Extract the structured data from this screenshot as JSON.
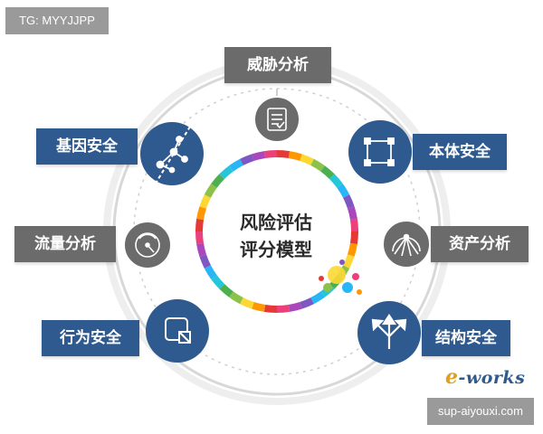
{
  "tag": "TG: MYYJJPP",
  "watermark": "sup-aiyouxi.com",
  "logo": {
    "e": "e",
    "rest": "-works"
  },
  "center": {
    "line1": "风险评估",
    "line2": "评分模型"
  },
  "nodes": {
    "threat": {
      "label": "威胁分析",
      "icon": "checklist-icon"
    },
    "gene": {
      "label": "基因安全",
      "icon": "network-icon"
    },
    "ontology": {
      "label": "本体安全",
      "icon": "nodes-icon"
    },
    "traffic": {
      "label": "流量分析",
      "icon": "gauge-icon"
    },
    "asset": {
      "label": "资产分析",
      "icon": "radial-icon"
    },
    "behavior": {
      "label": "行为安全",
      "icon": "window-icon"
    },
    "structure": {
      "label": "结构安全",
      "icon": "split-arrows-icon"
    }
  },
  "colors": {
    "blue": "#2f5a8f",
    "gray": "#6b6b6b",
    "ring": [
      "#e53935",
      "#ff9800",
      "#fdd835",
      "#8bc34a",
      "#4caf50",
      "#26c6da",
      "#29b6f6",
      "#7e57c2",
      "#ab47bc",
      "#ec407a"
    ]
  }
}
